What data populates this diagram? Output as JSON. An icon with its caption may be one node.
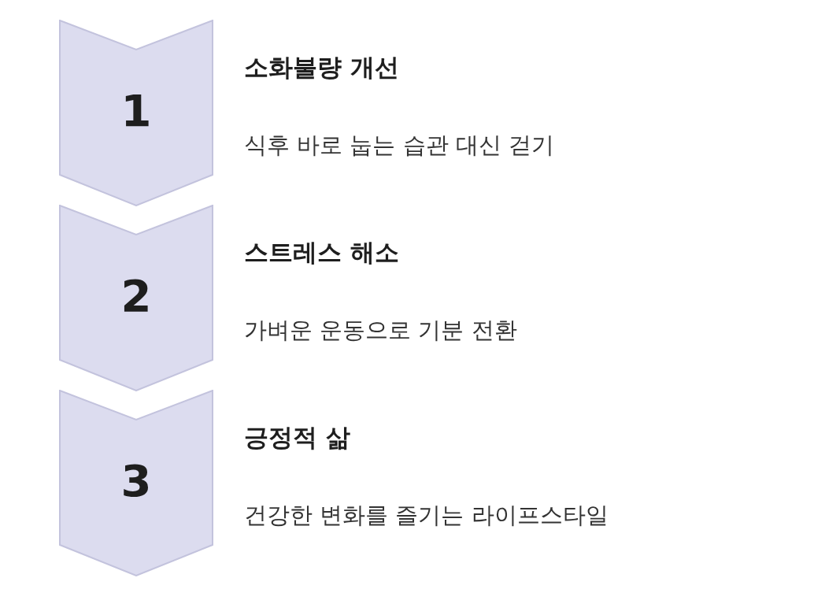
{
  "diagram": {
    "nodes": [
      {
        "text": [
          "1"
        ],
        "beside": [
          "소화불량 개선",
          "식후 바로 눕는 습관 대신 걷기"
        ]
      },
      {
        "text": [
          "2"
        ],
        "beside": [
          "스트레스 해소",
          "가벼운 운동으로 기분 전환"
        ]
      },
      {
        "text": [
          "3"
        ],
        "beside": [
          "긍정적 삶",
          "건강한 변화를 즐기는 라이프스타일"
        ]
      }
    ],
    "edges": []
  }
}
